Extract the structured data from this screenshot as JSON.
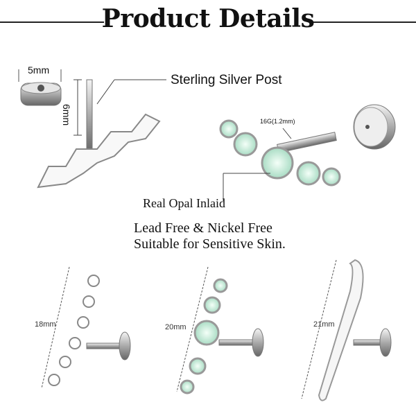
{
  "title": "Product Details",
  "labels": {
    "back_width": "5mm",
    "post_length": "6mm",
    "post_material": "Sterling Silver Post",
    "gauge": "16G(1.2mm)",
    "inlay": "Real Opal Inlaid",
    "feature_line1": "Lead Free & Nickel Free",
    "feature_line2": "Suitable for Sensitive Skin.",
    "size_cz": "18mm",
    "size_opal": "20mm",
    "size_bar": "21mm"
  },
  "colors": {
    "opal": "#d8f0e4",
    "silver": "#c8c8c8"
  }
}
